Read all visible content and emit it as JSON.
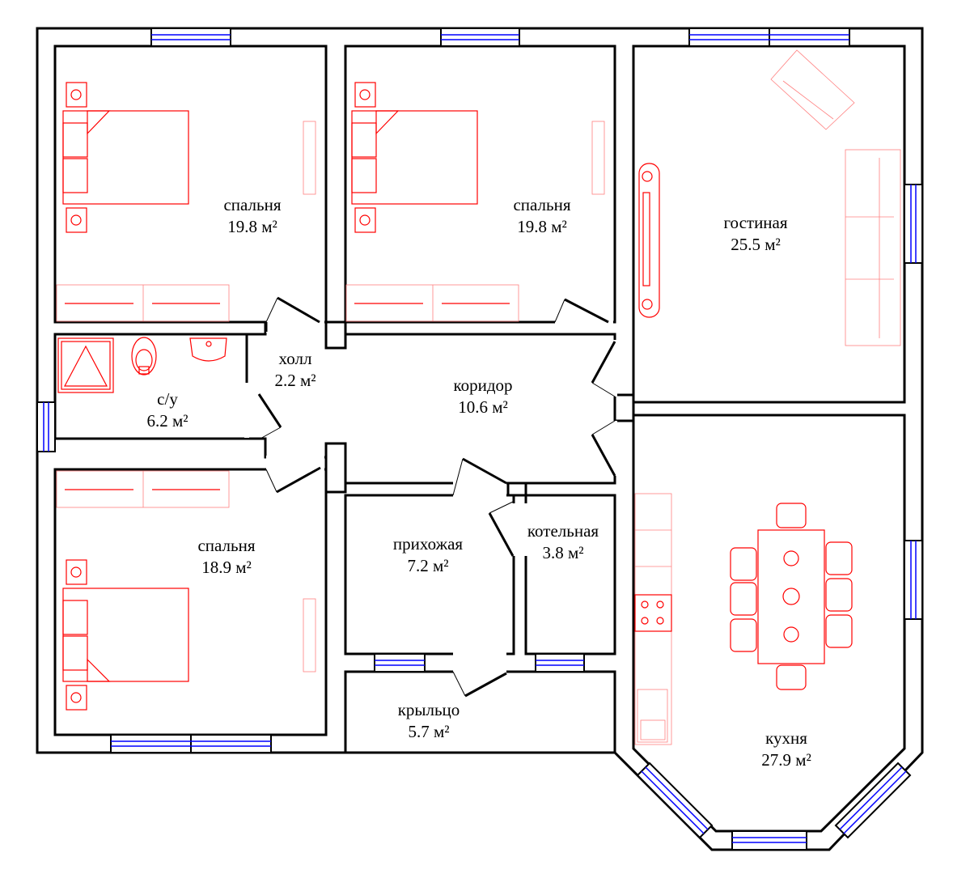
{
  "rooms": {
    "bedroom1": {
      "name": "спальня",
      "area": "19.8 м²"
    },
    "bedroom2": {
      "name": "спальня",
      "area": "19.8 м²"
    },
    "living": {
      "name": "гостиная",
      "area": "25.5 м²"
    },
    "hall": {
      "name": "холл",
      "area": "2.2 м²"
    },
    "corridor": {
      "name": "коридор",
      "area": "10.6 м²"
    },
    "bathroom": {
      "name": "с/у",
      "area": "6.2 м²"
    },
    "bedroom3": {
      "name": "спальня",
      "area": "18.9 м²"
    },
    "entry": {
      "name": "прихожая",
      "area": "7.2 м²"
    },
    "boiler": {
      "name": "котельная",
      "area": "3.8 м²"
    },
    "porch": {
      "name": "крыльцо",
      "area": "5.7 м²"
    },
    "kitchen": {
      "name": "кухня",
      "area": "27.9 м²"
    }
  },
  "colors": {
    "walls": "#000000",
    "furniture": "#ff0000",
    "windows": "#0000ff"
  }
}
